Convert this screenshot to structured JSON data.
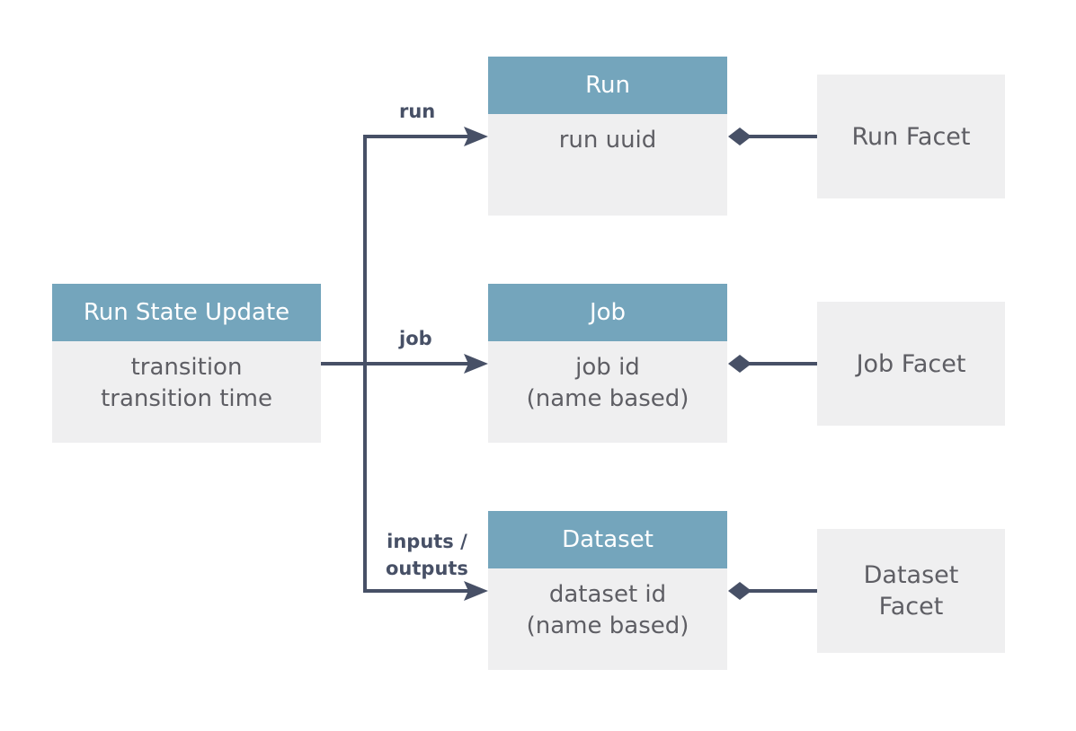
{
  "colors": {
    "header": "#74a5bc",
    "box_fill": "#efeff0",
    "line": "#475066",
    "body_text": "#5e5e64"
  },
  "source": {
    "title": "Run State Update",
    "lines": [
      "transition",
      "transition time"
    ]
  },
  "entities": {
    "run": {
      "title": "Run",
      "lines": [
        "run uuid"
      ]
    },
    "job": {
      "title": "Job",
      "lines": [
        "job id",
        "(name based)"
      ]
    },
    "dataset": {
      "title": "Dataset",
      "lines": [
        "dataset id",
        "(name based)"
      ]
    }
  },
  "facets": {
    "run": {
      "lines": [
        "Run Facet"
      ]
    },
    "job": {
      "lines": [
        "Job Facet"
      ]
    },
    "dataset": {
      "lines": [
        "Dataset",
        "Facet"
      ]
    }
  },
  "edge_labels": {
    "run": "run",
    "job": "job",
    "io_line1": "inputs /",
    "io_line2": "outputs"
  }
}
